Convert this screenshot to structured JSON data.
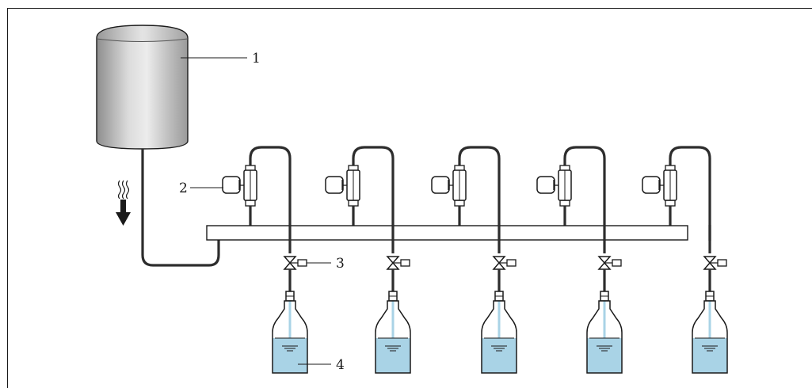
{
  "callouts": {
    "tank": "1",
    "flowmeter": "2",
    "valve": "3",
    "bottle": "4"
  },
  "colors": {
    "line": "#1a1a1a",
    "pipe": "#2d2d2d",
    "liquid": "#a9d3e6",
    "tank_dark": "#8c8c8c",
    "tank_light": "#e6e6e6"
  },
  "icons": [
    "heat-waves-icon",
    "flow-direction-arrow-icon"
  ]
}
